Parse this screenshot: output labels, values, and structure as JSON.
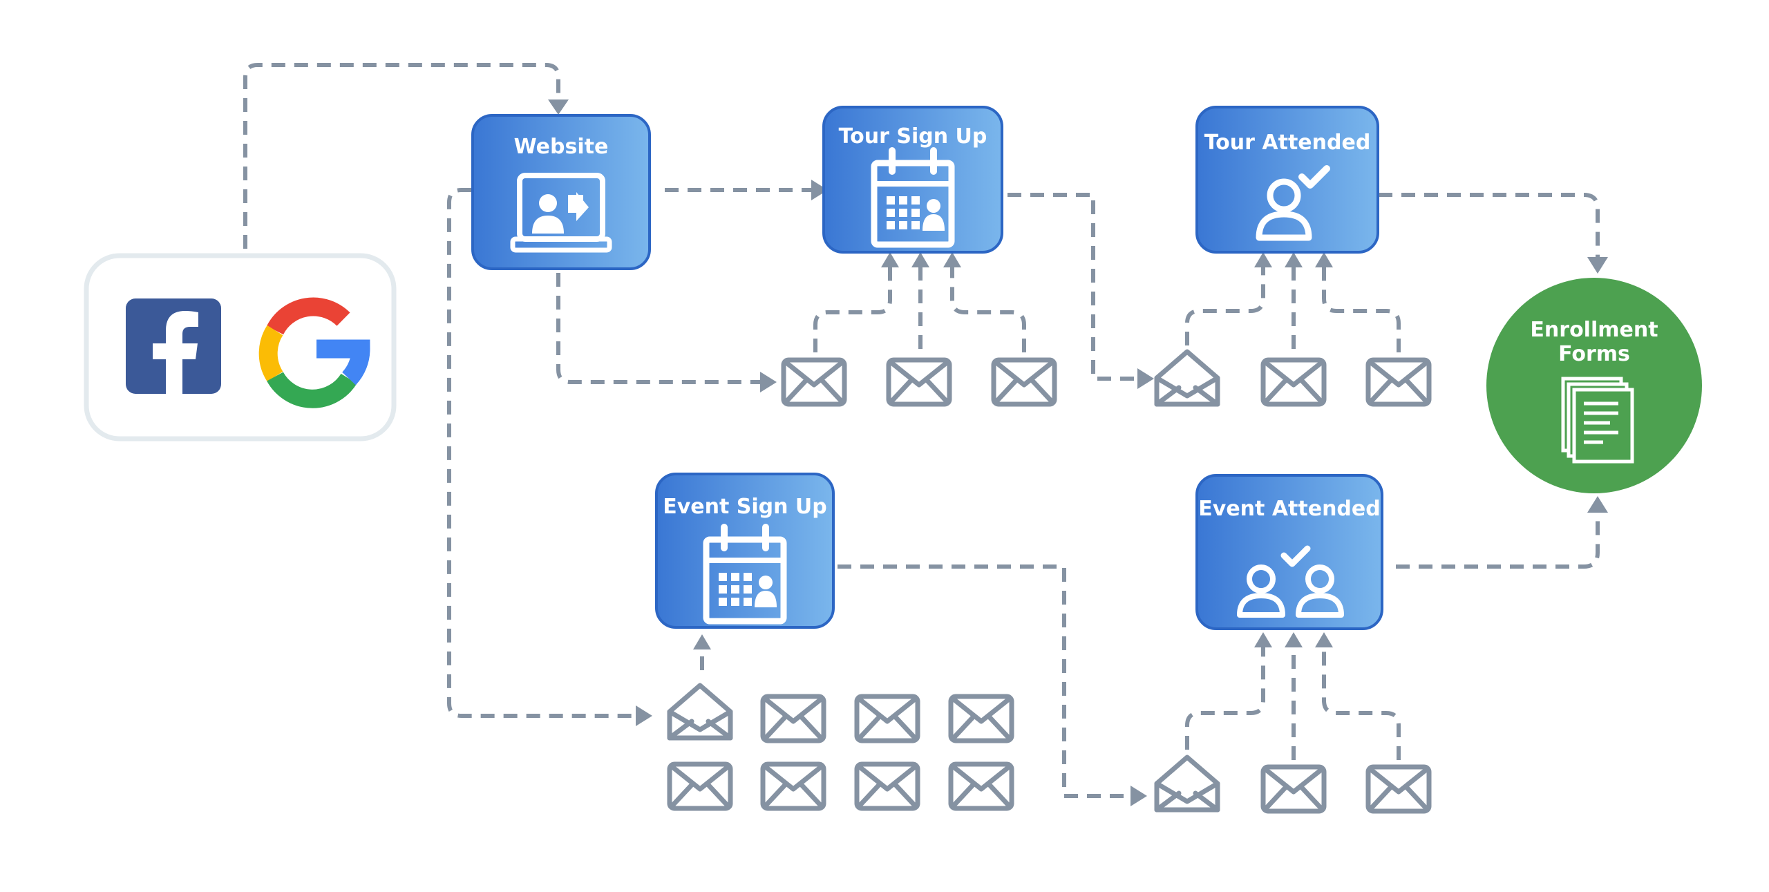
{
  "sources": {
    "items": [
      {
        "name": "facebook",
        "icon": "facebook-icon",
        "color": "#3b5998"
      },
      {
        "name": "google",
        "icon": "google-icon",
        "colors": [
          "#ea4335",
          "#fbbc05",
          "#34a853",
          "#4285f4"
        ]
      }
    ]
  },
  "nodes": {
    "website": {
      "label": "Website",
      "icon": "laptop-presentation-icon"
    },
    "tour_sign_up": {
      "label": "Tour Sign Up",
      "icon": "calendar-icon"
    },
    "tour_attended": {
      "label": "Tour Attended",
      "icon": "person-check-icon"
    },
    "event_sign_up": {
      "label": "Event Sign Up",
      "icon": "calendar-icon"
    },
    "event_attended": {
      "label": "Event Attended",
      "icon": "group-check-icon"
    },
    "enrollment_forms": {
      "label_line1": "Enrollment",
      "label_line2": "Forms",
      "icon": "documents-icon"
    }
  },
  "email_groups": {
    "tour_sign_up_emails": {
      "icons": [
        "envelope-icon",
        "envelope-icon",
        "envelope-icon"
      ]
    },
    "tour_attended_emails": {
      "icons": [
        "open-envelope-icon",
        "envelope-icon",
        "envelope-icon"
      ]
    },
    "event_sign_up_emails": {
      "icons": [
        "open-envelope-icon",
        "envelope-icon",
        "envelope-icon",
        "envelope-icon",
        "envelope-icon",
        "envelope-icon",
        "envelope-icon",
        "envelope-icon"
      ]
    },
    "event_attended_emails": {
      "icons": [
        "open-envelope-icon",
        "envelope-icon",
        "envelope-icon"
      ]
    }
  },
  "colors": {
    "node_blue_dark": "#3a77d4",
    "node_blue_light": "#7ab6ec",
    "node_border": "#2c66c4",
    "enrollment_green": "#4da150",
    "connector_gray": "#8592a2",
    "source_box_border": "#e3eaee"
  }
}
